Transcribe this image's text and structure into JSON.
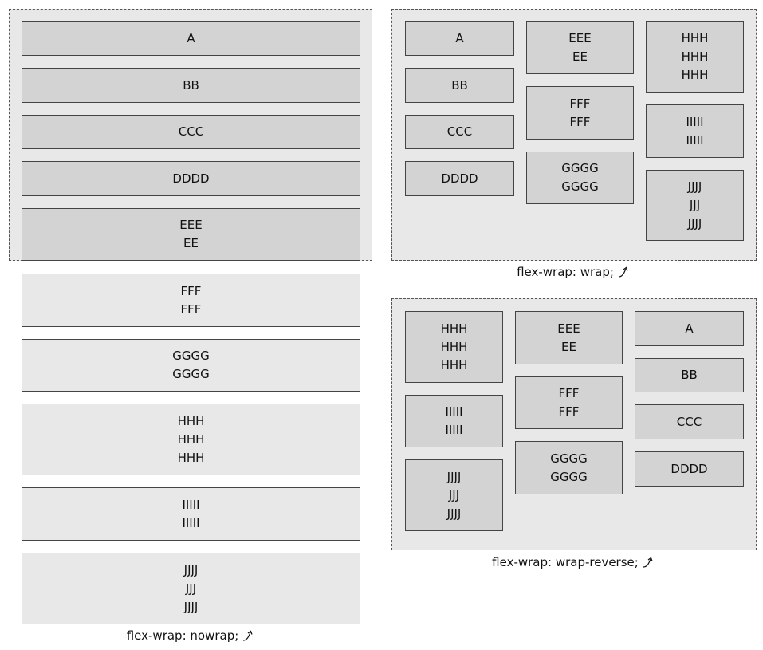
{
  "items": {
    "A": "A",
    "B": "BB",
    "C": "CCC",
    "D": "DDDD",
    "E": "EEE\nEE",
    "F": "FFF\nFFF",
    "G": "GGGG\nGGGG",
    "H": "HHH\nHHH\nHHH",
    "I": "IIIII\nIIIII",
    "J": "JJJJ\nJJJ\nJJJJ"
  },
  "captions": {
    "nowrap": "flex-wrap: nowrap;",
    "wrap": "flex-wrap: wrap;",
    "wrap_reverse": "flex-wrap: wrap-reverse;"
  },
  "icons": {
    "caption_arrow": "curved-arrow-icon"
  }
}
